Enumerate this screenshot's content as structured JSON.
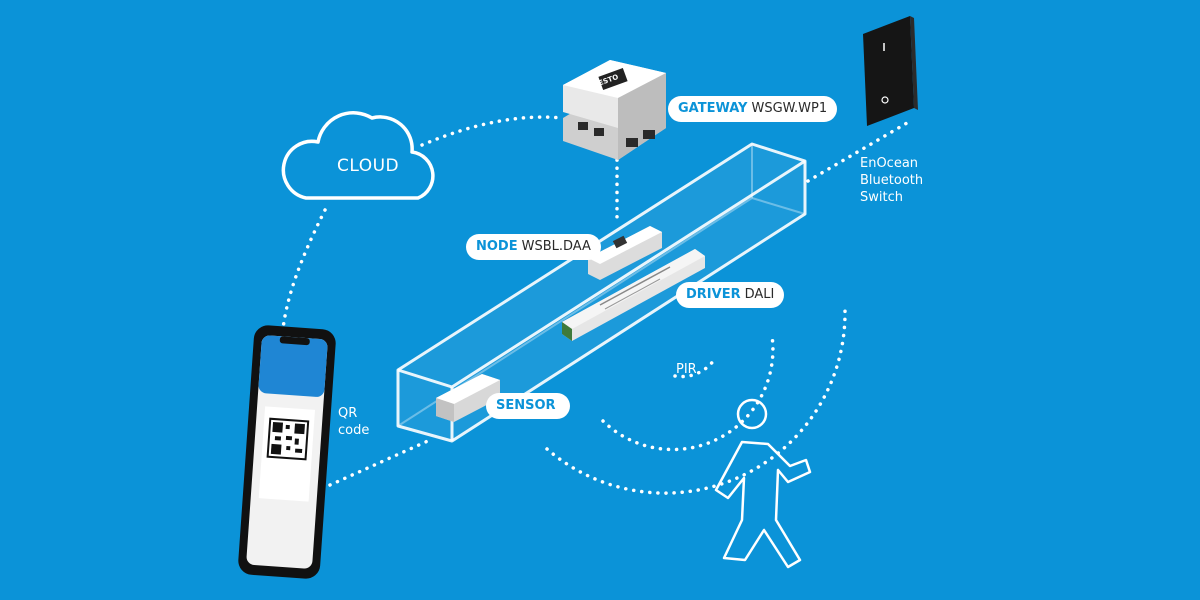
{
  "labels": {
    "cloud": "CLOUD",
    "gateway": {
      "bold": "GATEWAY",
      "model": "WSGW.WP1"
    },
    "node": {
      "bold": "NODE",
      "model": "WSBL.DAA"
    },
    "driver": {
      "bold": "DRIVER",
      "model": "DALI"
    },
    "sensor": {
      "bold": "SENSOR"
    },
    "pir": "PIR",
    "qr_line1": "QR",
    "qr_line2": "code",
    "switch_line1": "EnOcean",
    "switch_line2": "Bluetooth",
    "switch_line3": "Switch"
  },
  "device_brand": "CRESTO",
  "colors": {
    "background": "#0b93d8",
    "accent": "#0b93d8",
    "line": "#ffffff"
  }
}
